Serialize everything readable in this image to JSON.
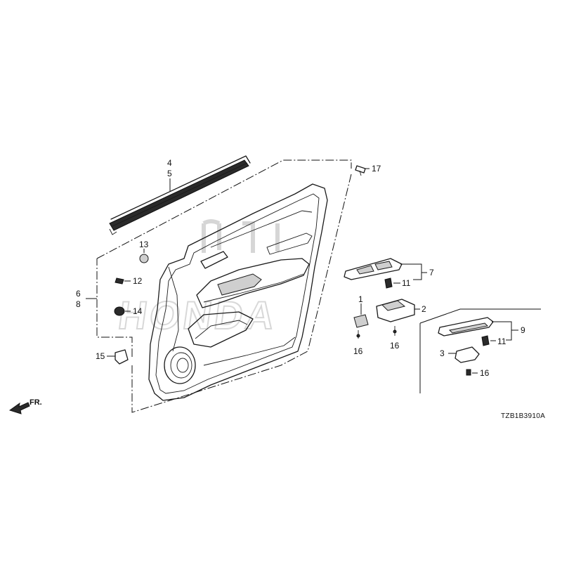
{
  "diagram_code": "TZB1B3910A",
  "direction_label": "FR.",
  "callouts": {
    "c1": "1",
    "c2": "2",
    "c3": "3",
    "c4": "4",
    "c5": "5",
    "c6": "6",
    "c7": "7",
    "c8": "8",
    "c9": "9",
    "c11a": "11",
    "c11b": "11",
    "c12": "12",
    "c13": "13",
    "c14": "14",
    "c15": "15",
    "c16a": "16",
    "c16b": "16",
    "c16c": "16",
    "c17": "17"
  },
  "watermark_text": "HONDA"
}
